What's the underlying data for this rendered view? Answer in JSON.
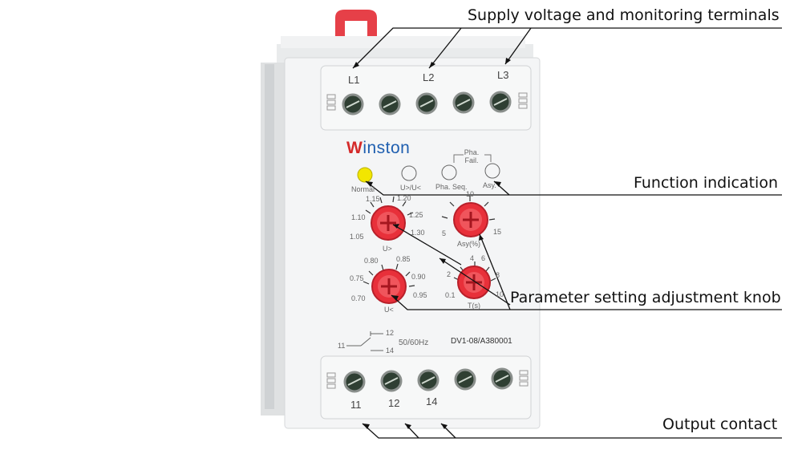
{
  "callouts": {
    "supply": "Supply voltage and monitoring terminals",
    "function": "Function indication",
    "knob": "Parameter setting adjustment knob",
    "output": "Output contact"
  },
  "device": {
    "brand_initial": "W",
    "brand_rest": "inston",
    "model": "DV1-08/A380001",
    "frequency": "50/60Hz",
    "top_terminals": [
      "L1",
      "L2",
      "L3"
    ],
    "bottom_terminals": [
      "11",
      "12",
      "14"
    ],
    "relay_labels": [
      "11",
      "12",
      "14"
    ],
    "indicators": {
      "normal": "Normal",
      "u_over": "U>/U<",
      "pha_fail": "Pha. Fail.",
      "pha_seq": "Pha. Seq.",
      "asy": "Asy."
    },
    "knobs": {
      "u_over": {
        "label": "U>",
        "ticks": [
          "1.05",
          "1.10",
          "1.15",
          "1.20",
          "1.25",
          "1.30"
        ]
      },
      "asy": {
        "label": "Asy(%)",
        "ticks": [
          "5",
          "10",
          "15"
        ]
      },
      "u_under": {
        "label": "U<",
        "ticks": [
          "0.70",
          "0.75",
          "0.80",
          "0.85",
          "0.90",
          "0.95"
        ]
      },
      "time": {
        "label": "T(s)",
        "ticks": [
          "0.1",
          "2",
          "4",
          "6",
          "8",
          "10"
        ]
      }
    }
  },
  "colors": {
    "knob": "#e8303a",
    "led": "#f2e600",
    "brand": "#1f5fb0",
    "brand_accent": "#d42a2a",
    "latch": "#e64048"
  }
}
